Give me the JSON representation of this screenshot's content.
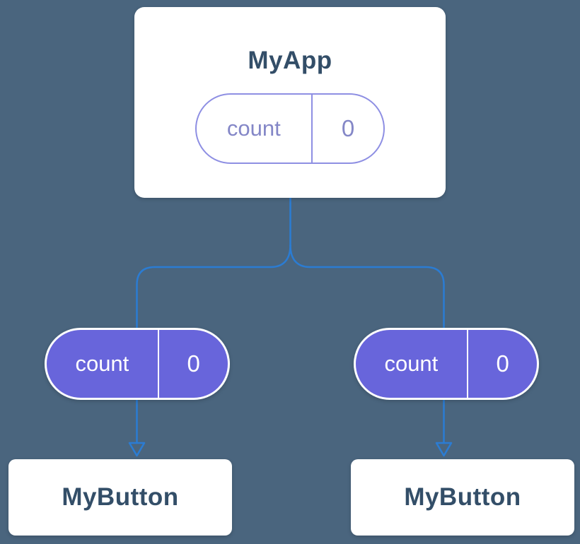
{
  "diagram": {
    "root": {
      "title": "MyApp",
      "state": {
        "label": "count",
        "value": "0"
      }
    },
    "children": [
      {
        "title": "MyButton",
        "prop": {
          "label": "count",
          "value": "0"
        }
      },
      {
        "title": "MyButton",
        "prop": {
          "label": "count",
          "value": "0"
        }
      }
    ],
    "colors": {
      "background": "#4A657E",
      "card_bg": "#FFFFFF",
      "title_text": "#334E68",
      "pill_purple": "#6865DB",
      "pill_outline": "#8E8FE3",
      "pill_outline_text": "#8487C7",
      "connector": "#2B7CD3"
    }
  }
}
